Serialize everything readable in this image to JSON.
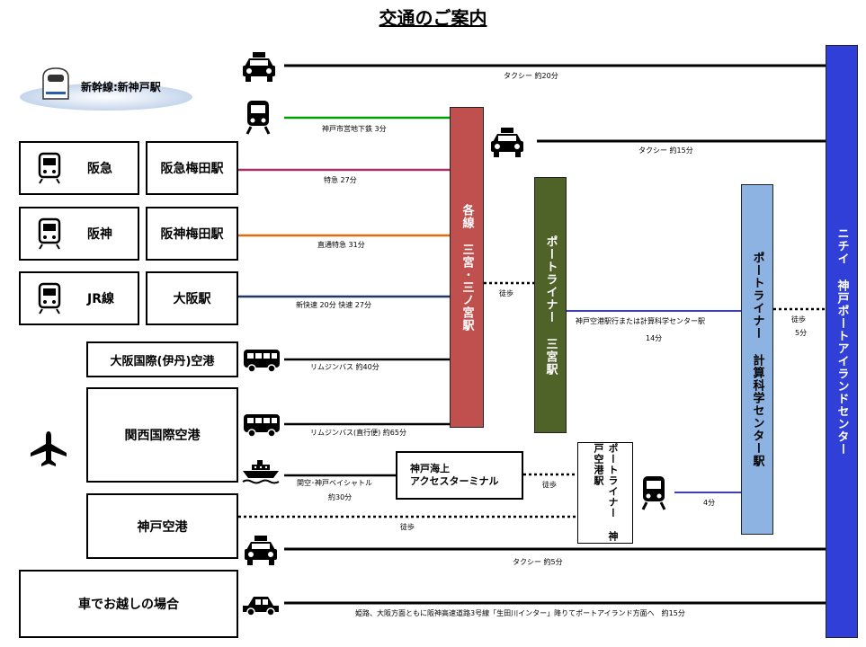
{
  "title": "交通のご案内",
  "origins": {
    "shinkansen": "新幹線:新神戸駅",
    "hankyu_line": "阪急",
    "hankyu_station": "阪急梅田駅",
    "hanshin_line": "阪神",
    "hanshin_station": "阪神梅田駅",
    "jr_line": "JR線",
    "jr_station": "大阪駅",
    "itami_airport": "大阪国際(伊丹)空港",
    "kansai_airport": "関西国際空港",
    "kobe_airport": "神戸空港",
    "car": "車でお越しの場合"
  },
  "stations": {
    "sannomiya": "各線 三宮･三ノ宮駅",
    "portliner_sannomiya": "ポートライナー 三宮駅",
    "portliner_keisan": "ポートライナー 計算科学センター駅",
    "portliner_kobe_airport": "ポートライナー 神戸空港駅",
    "kobe_kaijo": "神戸海上\nアクセスターミナル",
    "destination": "ニチイ 神戸ポートアイランドセンター"
  },
  "route_labels": {
    "taxi_20": "タクシー 約20分",
    "subway": "神戸市営地下鉄 3分",
    "taxi_15": "タクシー 約15分",
    "tokkyu": "特急 27分",
    "chokutsu": "直通特急 31分",
    "jr": "新快速 20分 快速 27分",
    "walk_sannomiya": "徒歩",
    "portliner_route": "神戸空港駅行または計算科学センター駅",
    "portliner_time": "14分",
    "walk_dest": "徒歩",
    "walk_dest_time": "5分",
    "limousine_itami": "リムジンバス 約40分",
    "limousine_kansai": "リムジンバス(直行便) 約65分",
    "bay_shuttle": "関空･神戸ベイシャトル",
    "bay_shuttle_time": "約30分",
    "walk_terminal": "徒歩",
    "walk_airport": "徒歩",
    "portliner_4": "4分",
    "taxi_5": "タクシー 約5分",
    "car_route": "姫路、大阪方面ともに阪神高速道路3号線「生田川インター」降りてポートアイランド方面へ　約15分"
  },
  "colors": {
    "sannomiya": "#c0504d",
    "portliner_sannomiya": "#4f6228",
    "portliner_keisan": "#8db3e2",
    "destination": "#2f3fd8",
    "subway": "#00a000",
    "hankyu": "#a0306a",
    "hanshin": "#e46c0a",
    "jr": "#1f3864",
    "portliner_line": "#3a3ae0"
  },
  "icons": [
    "taxi-icon",
    "train-icon",
    "bus-icon",
    "ferry-icon",
    "airplane-icon",
    "car-icon",
    "shinkansen-icon"
  ]
}
